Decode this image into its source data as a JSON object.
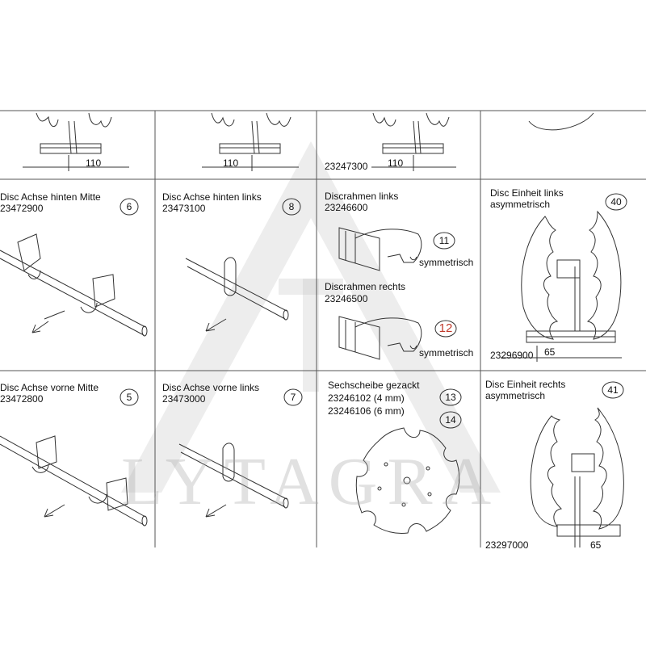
{
  "watermark": {
    "text": "LYTAGRA",
    "color": "#bdbdbd"
  },
  "top_row": {
    "dims": [
      "110",
      "110",
      "110"
    ],
    "part_numbers": [
      "23247300"
    ]
  },
  "cells": {
    "c1": {
      "title": "Disc Achse hinten Mitte",
      "part": "23472900",
      "pos": "6"
    },
    "c2": {
      "title": "Disc Achse hinten links",
      "part": "23473100",
      "pos": "8"
    },
    "c3a": {
      "title": "Discrahmen links",
      "part": "23246600",
      "pos": "11",
      "note": "symmetrisch"
    },
    "c3b": {
      "title": "Discrahmen rechts",
      "part": "23246500",
      "pos": "12",
      "note": "symmetrisch"
    },
    "c4": {
      "title1": "Disc Einheit links",
      "title2": "asymmetrisch",
      "pos": "40",
      "part": "23296900",
      "dim": "65"
    },
    "c5": {
      "title": "Disc Achse vorne Mitte",
      "part": "23472800",
      "pos": "5"
    },
    "c6": {
      "title": "Disc Achse vorne links",
      "part": "23473000",
      "pos": "7"
    },
    "c7": {
      "title": "Sechscheibe gezackt",
      "part1": "23246102 (4 mm)",
      "part2": "23246106 (6 mm)",
      "pos1": "13",
      "pos2": "14"
    },
    "c8": {
      "title1": "Disc Einheit rechts",
      "title2": "asymmetrisch",
      "pos": "41",
      "part": "23297000",
      "dim": "65"
    }
  },
  "colors": {
    "line": "#333333",
    "grid": "#555555",
    "highlight_number": "#c0392b"
  }
}
